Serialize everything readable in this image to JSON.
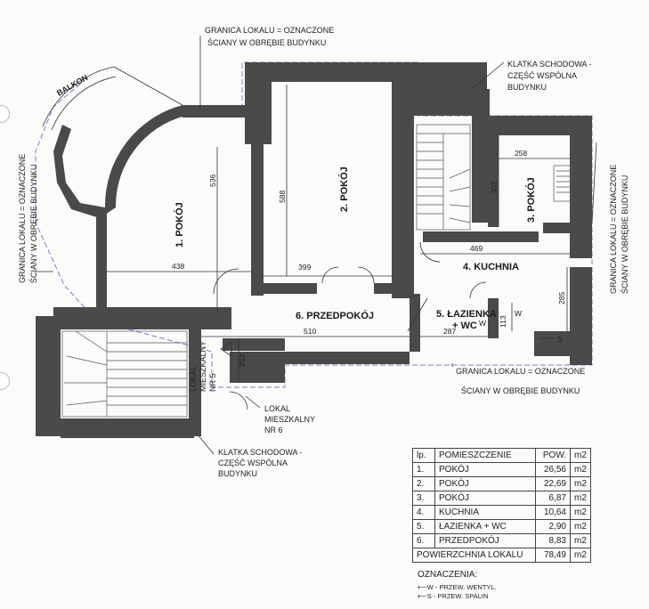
{
  "labels": {
    "boundary_top": [
      "GRANICA LOKALU = OZNACZONE",
      "ŚCIANY W OBRĘBIE BUDYNKU"
    ],
    "boundary_left": [
      "GRANICA LOKALU = OZNACZONE",
      "ŚCIANY W OBRĘBIE BUDYNKU"
    ],
    "boundary_right": [
      "GRANICA LOKALU = OZNACZONE",
      "ŚCIANY W OBRĘBIE BUDYNKU"
    ],
    "boundary_bottom": [
      "GRANICA LOKALU = OZNACZONE",
      "ŚCIANY W OBRĘBIE BUDYNKU"
    ],
    "stairs_top": [
      "KLATKA SCHODOWA -",
      "CZĘŚĆ WSPÓLNA",
      "BUDYNKU"
    ],
    "stairs_bottom": [
      "KLATKA SCHODOWA -",
      "CZĘŚĆ WSPÓLNA",
      "BUDYNKU"
    ],
    "unit5": [
      "LOKAL",
      "MIESZKALNY",
      "NR 5"
    ],
    "unit6": [
      "LOKAL",
      "MIESZKALNY",
      "NR 6"
    ],
    "balcony": "BALKON"
  },
  "rooms": {
    "r1": "1. POKÓJ",
    "r2": "2. POKÓJ",
    "r3": "3. POKÓJ",
    "r4": "4. KUCHNIA",
    "r5a": "5. ŁAZIENKA",
    "r5b": "+ WC",
    "r6": "6. PRZEDPOKÓJ"
  },
  "dims": {
    "d536": "536",
    "d588": "588",
    "d438": "438",
    "d399": "399",
    "d258": "258",
    "d303": "303",
    "d469": "469",
    "d285": "285",
    "d510": "510",
    "d263": "263",
    "d287": "287",
    "d113": "113"
  },
  "vents": {
    "w1": "W",
    "w2": "W",
    "s1": "S"
  },
  "table": {
    "headers": [
      "lp.",
      "POMIESZCZENIE",
      "POW.",
      "m2"
    ],
    "rows": [
      {
        "n": "1.",
        "name": "POKÓJ",
        "area": "26,56",
        "unit": "m2"
      },
      {
        "n": "2.",
        "name": "POKÓJ",
        "area": "22,69",
        "unit": "m2"
      },
      {
        "n": "3.",
        "name": "POKÓJ",
        "area": "6,87",
        "unit": "m2"
      },
      {
        "n": "4.",
        "name": "KUCHNIA",
        "area": "10,64",
        "unit": "m2"
      },
      {
        "n": "5.",
        "name": "ŁAZIENKA + WC",
        "area": "2,90",
        "unit": "m2"
      },
      {
        "n": "6.",
        "name": "PRZEDPOKÓJ",
        "area": "8,83",
        "unit": "m2"
      }
    ],
    "total": {
      "label": "POWIERZCHNIA LOKALU",
      "area": "78,49",
      "unit": "m2"
    }
  },
  "legend": {
    "title": "OZNACZENIA:",
    "items": [
      "W - PRZEW. WENTYL.",
      "S - PRZEW. SPALIN"
    ]
  }
}
